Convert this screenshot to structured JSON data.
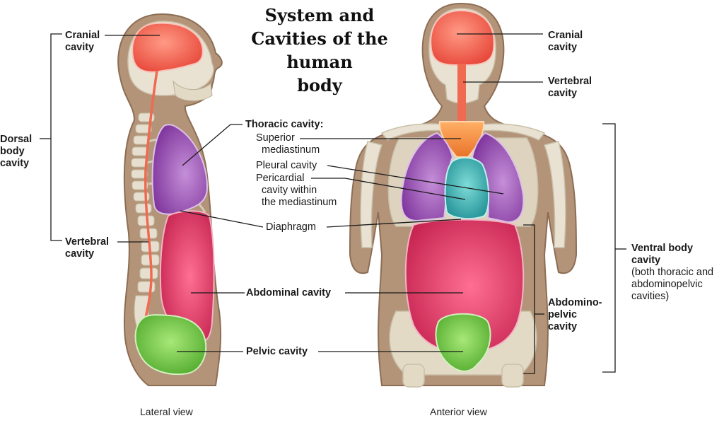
{
  "title": {
    "line1": "System and",
    "line2": "Cavities of the human",
    "line3": "body"
  },
  "views": {
    "lateral": "Lateral view",
    "anterior": "Anterior view"
  },
  "labels": {
    "cranial_left_1": "Cranial",
    "cranial_left_2": "cavity",
    "dorsal_1": "Dorsal",
    "dorsal_2": "body",
    "dorsal_3": "cavity",
    "vertebral_left_1": "Vertebral",
    "vertebral_left_2": "cavity",
    "thoracic_title": "Thoracic cavity:",
    "superior_1": "Superior",
    "superior_2": "mediastinum",
    "pleural": "Pleural cavity",
    "pericardial_1": "Pericardial",
    "pericardial_2": "cavity within",
    "pericardial_3": "the mediastinum",
    "diaphragm": "Diaphragm",
    "abdominal": "Abdominal cavity",
    "pelvic": "Pelvic cavity",
    "cranial_right_1": "Cranial",
    "cranial_right_2": "cavity",
    "vertebral_right_1": "Vertebral",
    "vertebral_right_2": "cavity",
    "ventral_1": "Ventral body",
    "ventral_2": "cavity",
    "ventral_3": "(both thoracic and",
    "ventral_4": "abdominopelvic",
    "ventral_5": "cavities)",
    "abdominopelvic_1": "Abdomino-",
    "abdominopelvic_2": "pelvic",
    "abdominopelvic_3": "cavity"
  },
  "colors": {
    "skin": "#b39478",
    "skin_outline": "#8c6e55",
    "bone": "#e9e2d2",
    "cranial": "#f25c4c",
    "vertebral": "#f06a52",
    "thoracic_pleural": "#8a3fa6",
    "superior_mediastinum": "#f2893a",
    "pericardial": "#2fa8a8",
    "abdominal": "#d63262",
    "pelvic": "#6cc13a"
  }
}
